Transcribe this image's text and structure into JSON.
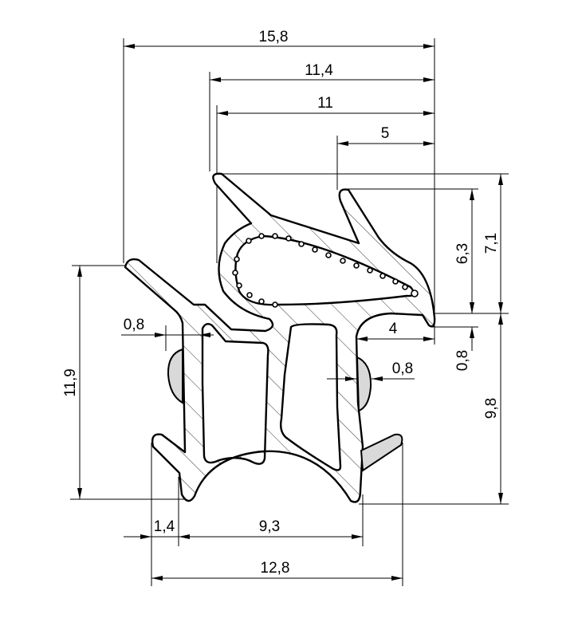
{
  "drawing": {
    "colors": {
      "line": "#000000",
      "insert": "#d9d9d9",
      "background": "#ffffff"
    },
    "dimensions": {
      "overall_width": "15,8",
      "top_width_a": "11,4",
      "top_width_b": "11",
      "top_lip": "5",
      "lip_height": "6,3",
      "top_height": "7,1",
      "lower_height": "9,8",
      "right_thickness": "0,8",
      "left_height": "11,9",
      "left_wall": "0,8",
      "right_step": "4",
      "inner_wall": "0,8",
      "bottom_left": "1,4",
      "bottom_mid": "9,3",
      "bottom_width": "12,8"
    }
  }
}
